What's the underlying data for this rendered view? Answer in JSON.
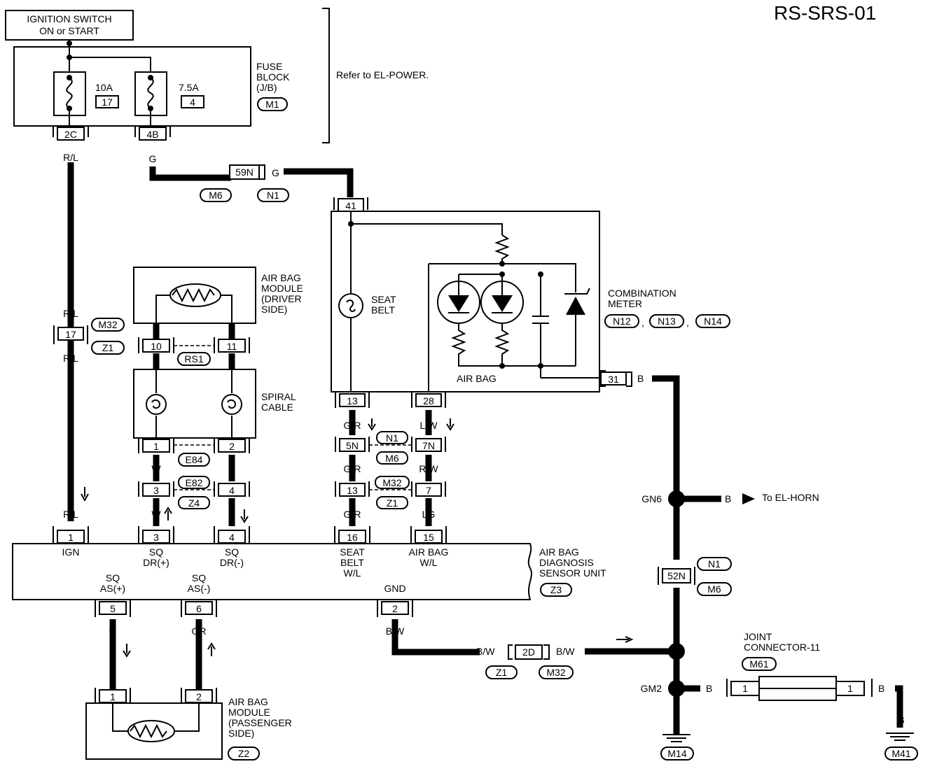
{
  "title": "RS-SRS-01",
  "ignition": {
    "line1": "IGNITION SWITCH",
    "line2": "ON or START"
  },
  "fuse_block": {
    "label_lines": [
      "FUSE",
      "BLOCK",
      "(J/B)"
    ],
    "connector": "M1",
    "fuse_a": {
      "rating": "10A",
      "number": "17"
    },
    "fuse_b": {
      "rating": "7.5A",
      "number": "4"
    },
    "refer": "Refer to EL-POWER."
  },
  "connectors": {
    "c2C": "2C",
    "c4B": "4B",
    "c59N": "59N",
    "c41": "41",
    "c17": "17",
    "c10": "10",
    "c11": "11",
    "c1a": "1",
    "c2a": "2",
    "c3a": "3",
    "c4a": "4",
    "c13a": "13",
    "c28": "28",
    "c5N": "5N",
    "c7N": "7N",
    "c13b": "13",
    "c7": "7",
    "c31": "31",
    "c52N": "52N",
    "c2D": "2D",
    "u1": "1",
    "u3": "3",
    "u4": "4",
    "u16": "16",
    "u15": "15",
    "u5": "5",
    "u6": "6",
    "u2": "2",
    "p1": "1",
    "p2": "2",
    "j1a": "1",
    "j1b": "1"
  },
  "harness": {
    "M6": "M6",
    "N1": "N1",
    "M32": "M32",
    "Z1": "Z1",
    "RS1": "RS1",
    "E84": "E84",
    "E82": "E82",
    "Z4": "Z4",
    "N1b": "N1",
    "M6b": "M6",
    "M32b": "M32",
    "Z1b": "Z1",
    "N12": "N12",
    "N13": "N13",
    "N14": "N14",
    "N1c": "N1",
    "M6c": "M6",
    "Z3": "Z3",
    "Z1c": "Z1",
    "M32c": "M32",
    "M61": "M61",
    "Z2": "Z2",
    "M14": "M14",
    "M41": "M41"
  },
  "wires": {
    "rl1": "R/L",
    "g1": "G",
    "g2": "G",
    "rl2": "R/L",
    "rl3": "R/L",
    "rl4": "R/L",
    "w1": "W",
    "w2": "W",
    "l1": "L",
    "l2": "L",
    "gr1": "G/R",
    "gr2": "G/R",
    "gr3": "G/R",
    "lw": "L/W",
    "rw": "R/W",
    "lg": "LG",
    "b1": "B",
    "b2": "B",
    "b3": "B",
    "b4": "B",
    "b5": "B",
    "b6": "B",
    "b7": "B",
    "bw1": "B/W",
    "bw2": "B/W",
    "bw3": "B/W",
    "g3": "G",
    "or": "OR"
  },
  "components": {
    "driver_module": [
      "AIR BAG",
      "MODULE",
      "(DRIVER",
      "SIDE)"
    ],
    "spiral": [
      "SPIRAL",
      "CABLE"
    ],
    "seat_belt": [
      "SEAT",
      "BELT"
    ],
    "air_bag_lamp": "AIR BAG",
    "comb_meter": [
      "COMBINATION",
      "METER"
    ],
    "sensor_unit": [
      "AIR BAG",
      "DIAGNOSIS",
      "SENSOR UNIT"
    ],
    "passenger_module": [
      "AIR BAG",
      "MODULE",
      "(PASSENGER",
      "SIDE)"
    ],
    "joint": [
      "JOINT",
      "CONNECTOR-11"
    ],
    "gn6": "GN6",
    "gm2": "GM2",
    "to_horn": "To EL-HORN"
  },
  "unit_pins": {
    "ign": "IGN",
    "sq_dr_plus": [
      "SQ",
      "DR(+)"
    ],
    "sq_dr_minus": [
      "SQ",
      "DR(-)"
    ],
    "seat_belt_wl": [
      "SEAT",
      "BELT",
      "W/L"
    ],
    "air_bag_wl": [
      "AIR BAG",
      "W/L"
    ],
    "sq_as_plus": [
      "SQ",
      "AS(+)"
    ],
    "sq_as_minus": [
      "SQ",
      "AS(-)"
    ],
    "gnd": "GND"
  }
}
